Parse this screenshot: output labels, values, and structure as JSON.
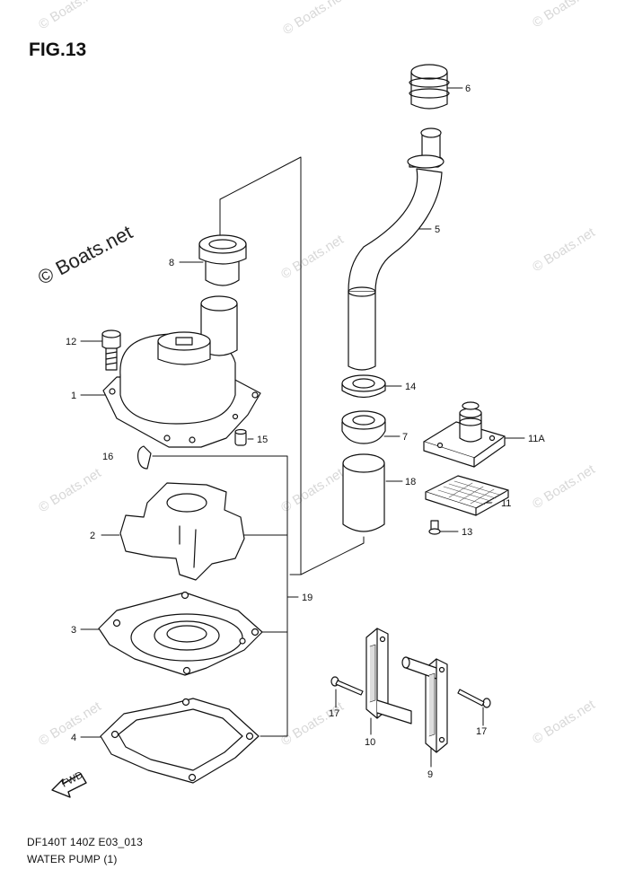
{
  "figure_title": "FIG.13",
  "watermark_text": "© Boats.net",
  "footer": {
    "model_code": "DF140T 140Z E03_013",
    "section_name": "WATER PUMP (1)"
  },
  "forward_arrow_text": "FWD",
  "callouts": [
    "1",
    "2",
    "3",
    "4",
    "5",
    "6",
    "7",
    "8",
    "9",
    "10",
    "11",
    "11A",
    "12",
    "13",
    "14",
    "15",
    "16",
    "17",
    "17",
    "18",
    "19"
  ],
  "colors": {
    "line": "#111111",
    "watermark": "#d8d8d8",
    "background": "#ffffff"
  }
}
